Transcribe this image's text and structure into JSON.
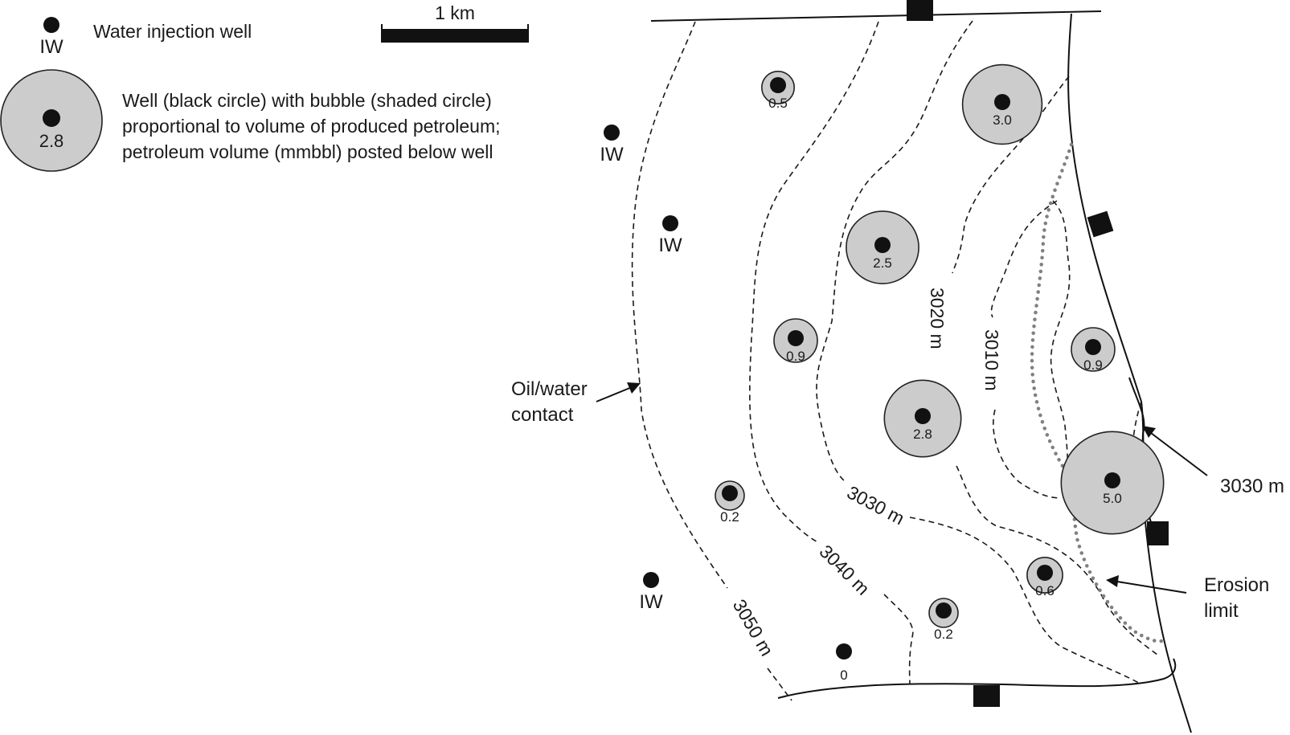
{
  "legend": {
    "iw_symbol_label": "IW",
    "iw_description": "Water injection well",
    "bubble_example_value": "2.8",
    "bubble_description": [
      "Well (black circle) with bubble (shaded circle)",
      "proportional to volume of produced petroleum;",
      "petroleum volume (mmbbl) posted below well"
    ]
  },
  "scale_bar": {
    "label": "1 km"
  },
  "wells": [
    {
      "value": "0.5",
      "mmbbl": 0.5
    },
    {
      "value": "3.0",
      "mmbbl": 3.0
    },
    {
      "value": "2.5",
      "mmbbl": 2.5
    },
    {
      "value": "0.9",
      "mmbbl": 0.9
    },
    {
      "value": "0.9",
      "mmbbl": 0.9
    },
    {
      "value": "2.8",
      "mmbbl": 2.8
    },
    {
      "value": "5.0",
      "mmbbl": 5.0
    },
    {
      "value": "0.2",
      "mmbbl": 0.2
    },
    {
      "value": "0.6",
      "mmbbl": 0.6
    },
    {
      "value": "0.2",
      "mmbbl": 0.2
    },
    {
      "value": "0",
      "mmbbl": 0
    }
  ],
  "injection_wells": [
    "IW",
    "IW",
    "IW"
  ],
  "contours": {
    "c3020": "3020 m",
    "c3010": "3010 m",
    "c3030": "3030 m",
    "c3040": "3040 m",
    "c3050": "3050 m"
  },
  "annotations": {
    "oil_water_contact": [
      "Oil/water",
      "contact"
    ],
    "erosion_limit": [
      "Erosion",
      "limit"
    ],
    "fault_contour": "3030 m"
  },
  "colors": {
    "bubble_fill": "#cccccc",
    "erosion_limit": "#808080",
    "ink": "#111111"
  }
}
